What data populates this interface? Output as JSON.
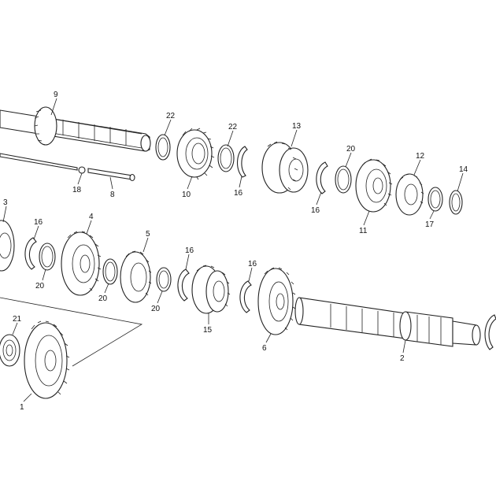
{
  "callouts": [
    {
      "id": "c9",
      "text": "9",
      "name": "callout-9"
    },
    {
      "id": "c22a",
      "text": "22",
      "name": "callout-22-left"
    },
    {
      "id": "c22b",
      "text": "22",
      "name": "callout-22-right"
    },
    {
      "id": "c13",
      "text": "13",
      "name": "callout-13"
    },
    {
      "id": "c20a",
      "text": "20",
      "name": "callout-20-upper"
    },
    {
      "id": "c12",
      "text": "12",
      "name": "callout-12"
    },
    {
      "id": "c14",
      "text": "14",
      "name": "callout-14"
    },
    {
      "id": "c10",
      "text": "10",
      "name": "callout-10"
    },
    {
      "id": "c16a",
      "text": "16",
      "name": "callout-16-upper-left"
    },
    {
      "id": "c16b",
      "text": "16",
      "name": "callout-16-upper-right"
    },
    {
      "id": "c11",
      "text": "11",
      "name": "callout-11"
    },
    {
      "id": "c17",
      "text": "17",
      "name": "callout-17"
    },
    {
      "id": "c18",
      "text": "18",
      "name": "callout-18"
    },
    {
      "id": "c8",
      "text": "8",
      "name": "callout-8"
    },
    {
      "id": "c3",
      "text": "3",
      "name": "callout-3"
    },
    {
      "id": "c16c",
      "text": "16",
      "name": "callout-16-left"
    },
    {
      "id": "c4",
      "text": "4",
      "name": "callout-4"
    },
    {
      "id": "c5",
      "text": "5",
      "name": "callout-5"
    },
    {
      "id": "c16d",
      "text": "16",
      "name": "callout-16-middle"
    },
    {
      "id": "c16e",
      "text": "16",
      "name": "callout-16-center"
    },
    {
      "id": "c20b",
      "text": "20",
      "name": "callout-20-left"
    },
    {
      "id": "c20c",
      "text": "20",
      "name": "callout-20-mid"
    },
    {
      "id": "c20d",
      "text": "20",
      "name": "callout-20-center"
    },
    {
      "id": "c15",
      "text": "15",
      "name": "callout-15"
    },
    {
      "id": "c6",
      "text": "6",
      "name": "callout-6"
    },
    {
      "id": "c2",
      "text": "2",
      "name": "callout-2"
    },
    {
      "id": "c21",
      "text": "21",
      "name": "callout-21"
    },
    {
      "id": "c1",
      "text": "1",
      "name": "callout-1"
    }
  ]
}
